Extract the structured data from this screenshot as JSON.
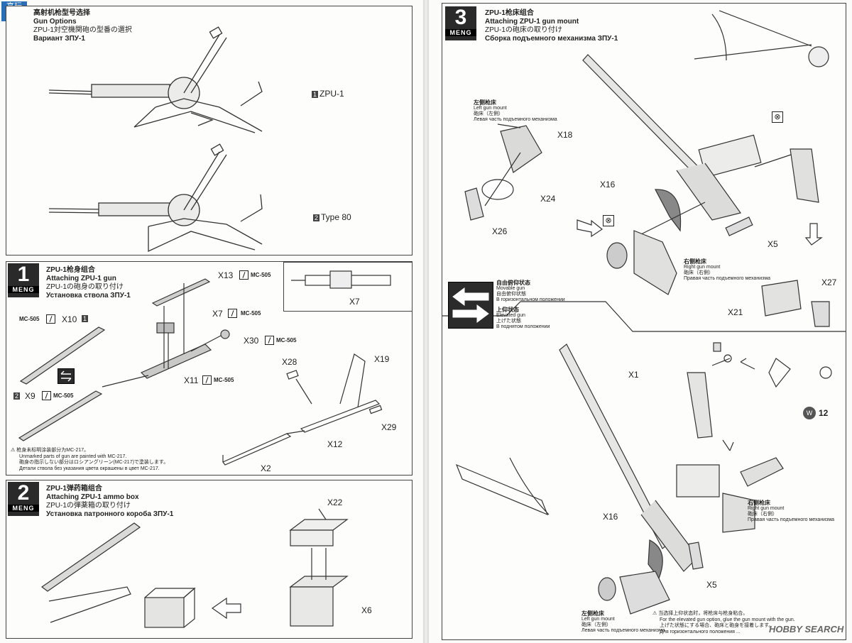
{
  "variant_section": {
    "title_zh": "高射机枪型号选择",
    "title_en": "Gun Options",
    "title_ja": "ZPU-1対空機関砲の型番の選択",
    "title_ru": "Вариант ЗПУ-1",
    "options": [
      {
        "num": "1",
        "label": "ZPU-1"
      },
      {
        "num": "2",
        "label": "Type 80"
      }
    ]
  },
  "watermark": "高玩",
  "brand": "MENG",
  "steps": [
    {
      "num": "1",
      "title_zh": "ZPU-1枪身组合",
      "title_en": "Attaching ZPU-1 gun",
      "title_ja": "ZPU-1の砲身の取り付け",
      "title_ru": "Установка ствола ЗПУ-1"
    },
    {
      "num": "2",
      "title_zh": "ZPU-1弹药箱组合",
      "title_en": "Attaching ZPU-1 ammo box",
      "title_ja": "ZPU-1の弾薬箱の取り付け",
      "title_ru": "Установка патронного короба ЗПУ-1"
    },
    {
      "num": "3",
      "title_zh": "ZPU-1枪床组合",
      "title_en": "Attaching ZPU-1 gun mount",
      "title_ja": "ZPU-1の砲床の取り付け",
      "title_ru": "Сборка подъемного механизма ЗПУ-1"
    }
  ],
  "step1_parts": {
    "x13": "X13",
    "x7": "X7",
    "x30": "X30",
    "x11": "X11",
    "x10": "X10",
    "x9": "X9",
    "x28": "X28",
    "x19": "X19",
    "x12": "X12",
    "x29": "X29",
    "x2": "X2",
    "x7_inset": "X7",
    "mc505": "MC-505",
    "opt1": "1",
    "opt2": "2"
  },
  "step1_notes": [
    "枪身未标明涂装部分为MC-217。",
    "Unmarked parts of gun are painted with MC-217.",
    "砲身の指示しない部分はロシアングリーン(MC-217)で塗装します。",
    "Детали ствола без указания цвета окрашены в цвет MC-217."
  ],
  "step2_parts": {
    "x22": "X22",
    "x6": "X6"
  },
  "step3_parts": {
    "left_mount_zh": "左侧枪床",
    "left_mount_en": "Left gun mount",
    "left_mount_ja": "砲床（左側）",
    "left_mount_ru": "Левая часть подъемного механизма",
    "right_mount_zh": "右侧枪床",
    "right_mount_en": "Right gun mount",
    "right_mount_ja": "砲床（右側）",
    "right_mount_ru": "Правая часть подъемного механизма",
    "x18": "X18",
    "x24": "X24",
    "x26": "X26",
    "x16": "X16",
    "x5": "X5",
    "x21": "X21",
    "x27": "X27",
    "x1": "X1",
    "x16b": "X16",
    "x5b": "X5",
    "w12": "W",
    "w12n": "12"
  },
  "gun_state": {
    "movable_zh": "自由俯仰状态",
    "movable_en": "Movable gun",
    "movable_ja": "自由俯仰状態",
    "movable_ru": "В горизонтальном положении",
    "elevated_zh": "上仰状态",
    "elevated_en": "Elevated gun",
    "elevated_ja": "上げた状態",
    "elevated_ru": "В поднятом положении"
  },
  "step3_notes": [
    "当选择上仰状态时，将枪床与枪身粘合。",
    "For the elevated gun option, glue the gun mount with the gun.",
    "上げた状態にする場合、砲床と砲身を接着します。",
    "Для горизонтального положения ..."
  ],
  "footer_logo": "HOBBY SEARCH"
}
